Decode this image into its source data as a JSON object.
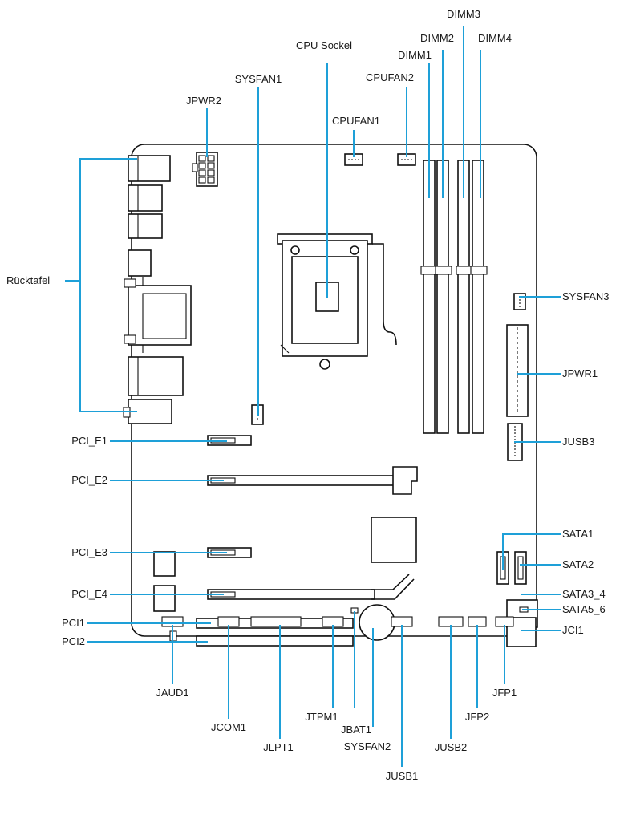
{
  "title": "",
  "colors": {
    "leader": "#1ea0d8",
    "outline": "#111111",
    "background": "#ffffff"
  },
  "labels": {
    "dimm3": "DIMM3",
    "cpu_sockel": "CPU Sockel",
    "dimm2": "DIMM2",
    "dimm4": "DIMM4",
    "dimm1": "DIMM1",
    "sysfan1": "SYSFAN1",
    "cpufan2": "CPUFAN2",
    "jpwr2": "JPWR2",
    "cpufan1": "CPUFAN1",
    "ruecktafel": "Rücktafel",
    "sysfan3": "SYSFAN3",
    "jpwr1": "JPWR1",
    "pci_e1": "PCI_E1",
    "jusb3": "JUSB3",
    "pci_e2": "PCI_E2",
    "sata1": "SATA1",
    "pci_e3": "PCI_E3",
    "sata2": "SATA2",
    "pci_e4": "PCI_E4",
    "pci1": "PCI1",
    "sata3_4": "SATA3_4",
    "pci2": "PCI2",
    "sata5_6": "SATA5_6",
    "jci1": "JCI1",
    "jaud1": "JAUD1",
    "jtpm1": "JTPM1",
    "jfp1": "JFP1",
    "jbat1": "JBAT1",
    "jcom1": "JCOM1",
    "jusb2": "JUSB2",
    "jfp2": "JFP2",
    "jlpt1": "JLPT1",
    "sysfan2": "SYSFAN2",
    "jusb1": "JUSB1"
  }
}
